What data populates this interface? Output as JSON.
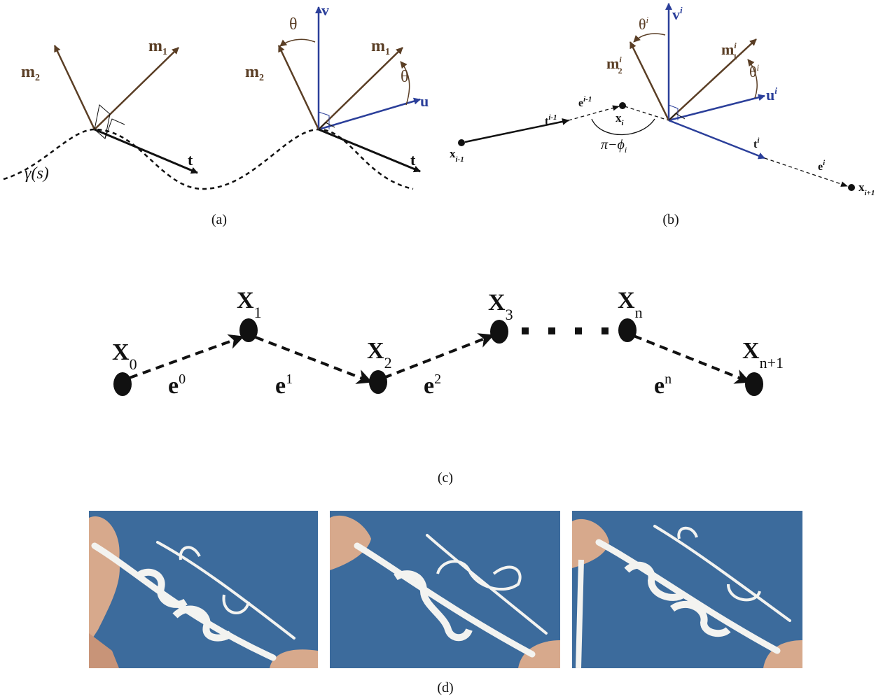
{
  "captions": {
    "a": "(a)",
    "b": "(b)",
    "c": "(c)",
    "d": "(d)"
  },
  "panel_a": {
    "left": {
      "m2": "m",
      "m2_sub": "2",
      "m1": "m",
      "m1_sub": "1",
      "t": "t",
      "curve": "γ(s)"
    },
    "right": {
      "v": "v",
      "theta_top": "θ",
      "m2": "m",
      "m2_sub": "2",
      "m1": "m",
      "m1_sub": "1",
      "theta_right": "θ",
      "u": "u",
      "t": "t"
    }
  },
  "panel_b": {
    "v": "v",
    "v_sup": "i",
    "theta_top": "θ",
    "theta_top_sup": "i",
    "m2": "m",
    "m2_sup": "i",
    "m2_sub": "2",
    "m1": "m",
    "m1_sup": "i",
    "m1_sub": "1",
    "theta_right": "θ",
    "theta_right_sup": "i",
    "u": "u",
    "u_sup": "i",
    "t_prev": "t",
    "t_prev_sup": "i-1",
    "e_prev": "e",
    "e_prev_sup": "i-1",
    "x_i": "x",
    "x_i_sub": "i",
    "x_prev": "x",
    "x_prev_sub": "i-1",
    "angle": "π−ϕ",
    "angle_sub": "i",
    "t_i": "t",
    "t_i_sup": "i",
    "e_i": "e",
    "e_i_sup": "i",
    "x_next": "x",
    "x_next_sub": "i+1"
  },
  "panel_c": {
    "nodes": [
      {
        "label": "X",
        "sub": "0"
      },
      {
        "label": "X",
        "sub": "1"
      },
      {
        "label": "X",
        "sub": "2"
      },
      {
        "label": "X",
        "sub": "3"
      },
      {
        "label": "X",
        "sub": "n"
      },
      {
        "label": "X",
        "sub": "n+1"
      }
    ],
    "edges": [
      {
        "label": "e",
        "sup": "0"
      },
      {
        "label": "e",
        "sup": "1"
      },
      {
        "label": "e",
        "sup": "2"
      },
      {
        "label": "e",
        "sup": "n"
      }
    ]
  },
  "colors": {
    "brown": "#5a3e25",
    "blue": "#2b3f9a",
    "black": "#111111",
    "photo_bg": "#3c6b9c"
  }
}
